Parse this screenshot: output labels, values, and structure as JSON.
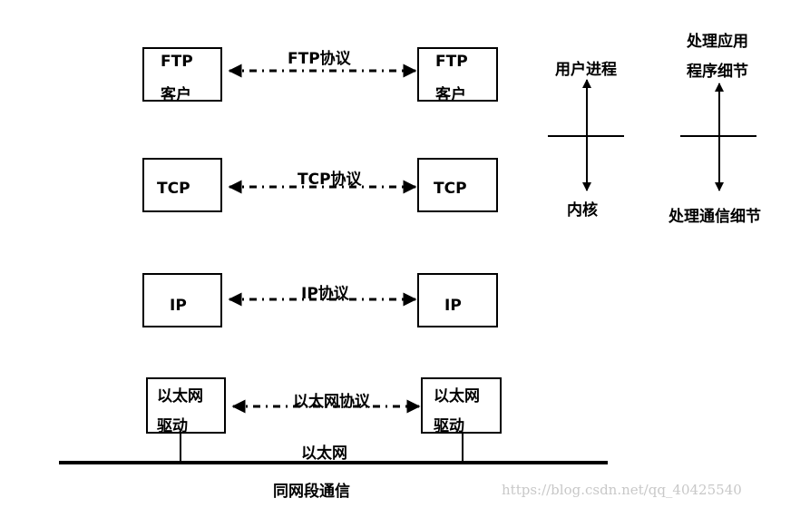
{
  "left_stack": {
    "ftp_client_left": {
      "line1": "FTP",
      "line2": "客户"
    },
    "tcp_left": "TCP",
    "ip_left": "IP",
    "eth_driver_left": {
      "line1": "以太网",
      "line2": "驱动"
    }
  },
  "right_stack": {
    "ftp_client_right": {
      "line1": "FTP",
      "line2": "客户"
    },
    "tcp_right": "TCP",
    "ip_right": "IP",
    "eth_driver_right": {
      "line1": "以太网",
      "line2": "驱动"
    }
  },
  "protocols": {
    "ftp": "FTP协议",
    "tcp": "TCP协议",
    "ip": "IP协议",
    "ethernet": "以太网协议"
  },
  "medium": {
    "ethernet_label": "以太网",
    "caption": "同网段通信"
  },
  "legend": {
    "user_process": "用户进程",
    "kernel": "内核",
    "app_details": {
      "line1": "处理应用",
      "line2": "程序细节"
    },
    "comm_details": "处理通信细节"
  },
  "watermark": "https://blog.csdn.net/qq_40425540"
}
